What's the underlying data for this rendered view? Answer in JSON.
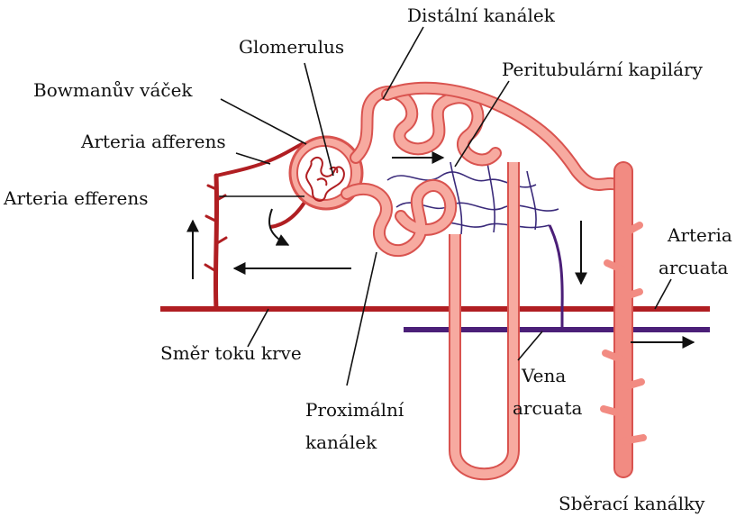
{
  "labels": {
    "distal_tubule": "Distální kanálek",
    "glomerulus": "Glomerulus",
    "peritubular_capillaries": "Peritubulární kapiláry",
    "bowman_capsule": "Bowmanův váček",
    "afferent_arteriole": "Arteria afferens",
    "efferent_arteriole": "Arteria efferens",
    "arcuate_artery_line1": "Arteria",
    "arcuate_artery_line2": "arcuata",
    "blood_flow_direction": "Směr toku krve",
    "arcuate_vein_line1": "Vena",
    "arcuate_vein_line2": "arcuata",
    "proximal_tubule_line1": "Proximální",
    "proximal_tubule_line2": "kanálek",
    "collecting_ducts": "Sběrací kanálky"
  },
  "colors": {
    "artery": "#b01e22",
    "vein": "#4b1f78",
    "tubule_fill": "#f7aaa0",
    "tubule_stroke": "#d9534f",
    "capillary": "#3a2a7a",
    "collecting_duct": "#f28b82"
  }
}
